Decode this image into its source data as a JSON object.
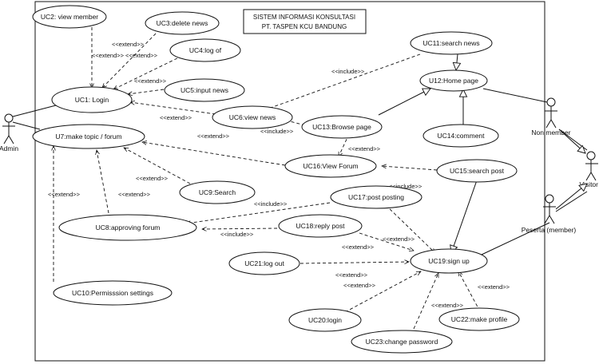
{
  "title": {
    "line1": "SISTEM INFORMASI KONSULTASI",
    "line2": "PT. TASPEN KCU BANDUNG"
  },
  "actors": {
    "admin": "Admin",
    "non_member": "Non member",
    "visitor": "Visitor",
    "peserta": "Peserta (member)"
  },
  "use_cases": {
    "uc1": "UC1: Login",
    "uc2": "UC2: view member",
    "uc3": "UC3:delete news",
    "uc4": "UC4:log of",
    "uc5": "UC5:input news",
    "uc6": "UC6:view news",
    "uc7": "U7:make topic / forum",
    "uc8": "UC8:approving forum",
    "uc9": "UC9:Search",
    "uc10": "UC10:Permisssion settings",
    "uc11": "UC11:search news",
    "uc12": "U12:Home page",
    "uc13": "UC13:Browse page",
    "uc14": "UC14:comment",
    "uc15": "UC15:search post",
    "uc16": "UC16:View Forum",
    "uc17": "UC17:post posting",
    "uc18": "UC18:reply post",
    "uc19": "UC19:sign up",
    "uc20": "UC20:login",
    "uc21": "UC21:log out",
    "uc22": "UC22:make profile",
    "uc23": "UC23:change password"
  },
  "labels": {
    "extend": "<<extend>>",
    "include": "<<include>>"
  }
}
